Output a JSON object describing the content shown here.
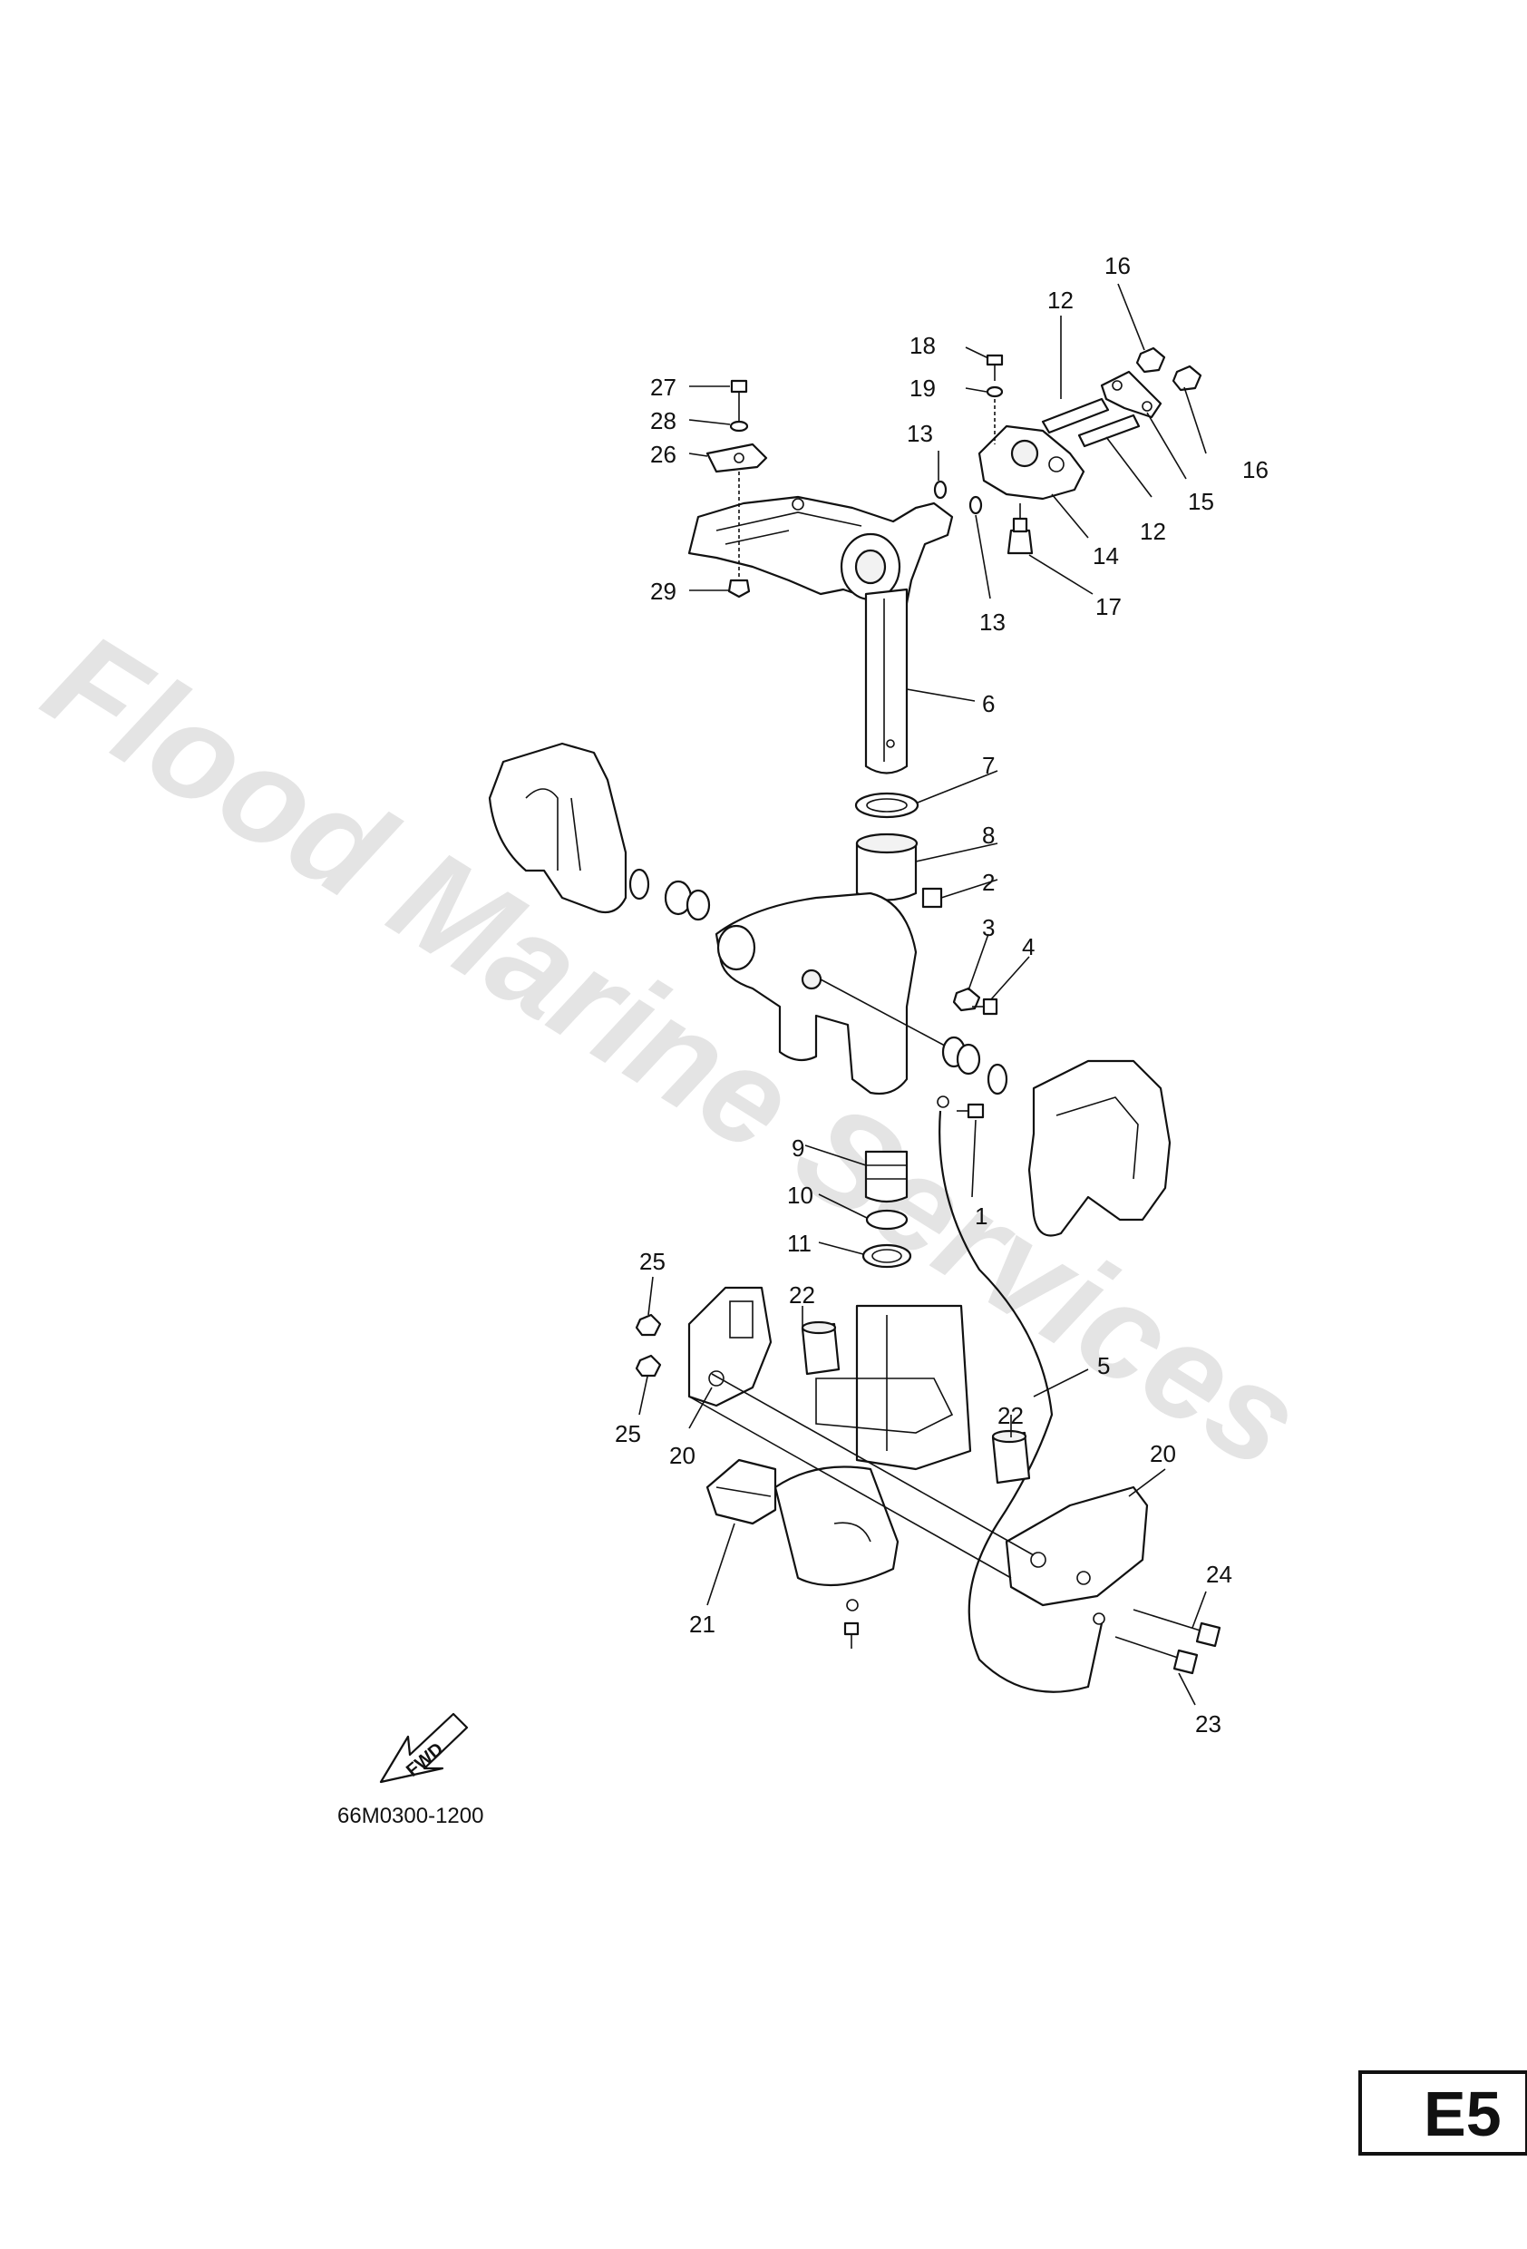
{
  "diagram": {
    "drawing_code": "66M0300-1200",
    "section_label": "E5",
    "watermark": "Flood Marine Services",
    "fwd_label": "FWD",
    "callouts": {
      "c1": "1",
      "c2": "2",
      "c3": "3",
      "c4": "4",
      "c5": "5",
      "c6": "6",
      "c7": "7",
      "c8": "8",
      "c9": "9",
      "c10": "10",
      "c11": "11",
      "c12a": "12",
      "c12b": "12",
      "c13a": "13",
      "c13b": "13",
      "c14": "14",
      "c15": "15",
      "c16a": "16",
      "c16b": "16",
      "c17": "17",
      "c18": "18",
      "c19": "19",
      "c20a": "20",
      "c20b": "20",
      "c21": "21",
      "c22a": "22",
      "c22b": "22",
      "c23": "23",
      "c24": "24",
      "c25a": "25",
      "c25b": "25",
      "c26": "26",
      "c27": "27",
      "c28": "28",
      "c29": "29"
    }
  }
}
